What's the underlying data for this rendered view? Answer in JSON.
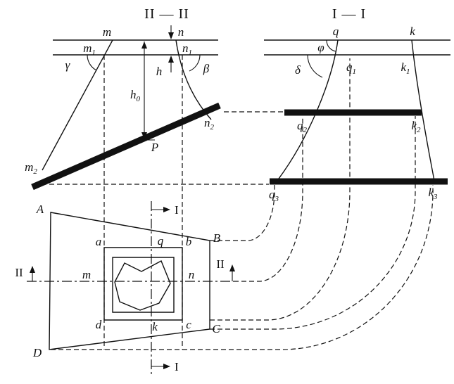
{
  "titles": {
    "section_ii": "II — II",
    "section_i": "I — I"
  },
  "labels": {
    "m": {
      "b": "m"
    },
    "n": {
      "b": "n"
    },
    "q": {
      "b": "q"
    },
    "k": {
      "b": "k"
    },
    "m1": {
      "b": "m",
      "s": "1"
    },
    "n1": {
      "b": "n",
      "s": "1"
    },
    "m2": {
      "b": "m",
      "s": "2"
    },
    "n2": {
      "b": "n",
      "s": "2"
    },
    "q1": {
      "b": "q",
      "s": "1"
    },
    "q2": {
      "b": "q",
      "s": "2"
    },
    "q3": {
      "b": "q",
      "s": "3"
    },
    "k1": {
      "b": "k",
      "s": "1"
    },
    "k2": {
      "b": "k",
      "s": "2"
    },
    "k3": {
      "b": "k",
      "s": "3"
    },
    "h": {
      "b": "h"
    },
    "h0": {
      "b": "h",
      "s": "0"
    },
    "gamma": {
      "b": "γ"
    },
    "beta": {
      "b": "β"
    },
    "phi": {
      "b": "φ"
    },
    "delta": {
      "b": "δ"
    },
    "P": {
      "b": "P"
    },
    "A": {
      "b": "A"
    },
    "B": {
      "b": "B"
    },
    "C": {
      "b": "C"
    },
    "D": {
      "b": "D"
    },
    "a": {
      "b": "a"
    },
    "b": {
      "b": "b"
    },
    "c": {
      "b": "c"
    },
    "d": {
      "b": "d"
    },
    "I": {
      "b": "I"
    },
    "II": {
      "b": "II"
    }
  },
  "colors": {
    "ink": "#111111",
    "background": "#ffffff"
  }
}
